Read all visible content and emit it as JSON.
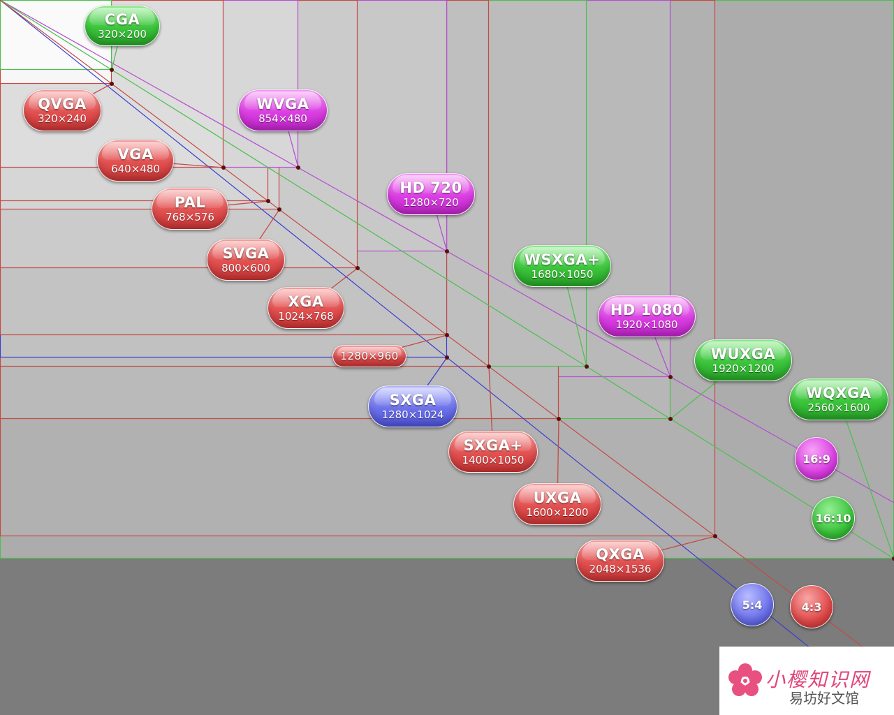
{
  "colors": {
    "red": "#d43a3a",
    "green": "#2fb52f",
    "magenta": "#c32fd0",
    "blue": "#2e34c8",
    "lineRed": "#c44a44",
    "lineGreen": "#4fbf4f",
    "lineMagenta": "#b64fd0",
    "lineBlue": "#3a3fd0"
  },
  "resolutions": [
    {
      "id": "cga",
      "name": "CGA",
      "w": 320,
      "h": 200,
      "ratio": "16:10",
      "color": "green"
    },
    {
      "id": "qvga",
      "name": "QVGA",
      "w": 320,
      "h": 240,
      "ratio": "4:3",
      "color": "red"
    },
    {
      "id": "vga",
      "name": "VGA",
      "w": 640,
      "h": 480,
      "ratio": "4:3",
      "color": "red"
    },
    {
      "id": "wvga",
      "name": "WVGA",
      "w": 854,
      "h": 480,
      "ratio": "16:9",
      "color": "magenta"
    },
    {
      "id": "pal",
      "name": "PAL",
      "w": 768,
      "h": 576,
      "ratio": "4:3",
      "color": "red"
    },
    {
      "id": "svga",
      "name": "SVGA",
      "w": 800,
      "h": 600,
      "ratio": "4:3",
      "color": "red"
    },
    {
      "id": "hd720",
      "name": "HD 720",
      "w": 1280,
      "h": 720,
      "ratio": "16:9",
      "color": "magenta"
    },
    {
      "id": "xga",
      "name": "XGA",
      "w": 1024,
      "h": 768,
      "ratio": "4:3",
      "color": "red"
    },
    {
      "id": "x960",
      "name": "",
      "w": 1280,
      "h": 960,
      "ratio": "4:3",
      "color": "red"
    },
    {
      "id": "sxga",
      "name": "SXGA",
      "w": 1280,
      "h": 1024,
      "ratio": "5:4",
      "color": "blue"
    },
    {
      "id": "wsxgap",
      "name": "WSXGA+",
      "w": 1680,
      "h": 1050,
      "ratio": "16:10",
      "color": "green"
    },
    {
      "id": "sxgap",
      "name": "SXGA+",
      "w": 1400,
      "h": 1050,
      "ratio": "4:3",
      "color": "red"
    },
    {
      "id": "hd1080",
      "name": "HD 1080",
      "w": 1920,
      "h": 1080,
      "ratio": "16:9",
      "color": "magenta"
    },
    {
      "id": "wuxga",
      "name": "WUXGA",
      "w": 1920,
      "h": 1200,
      "ratio": "16:10",
      "color": "green"
    },
    {
      "id": "uxga",
      "name": "UXGA",
      "w": 1600,
      "h": 1200,
      "ratio": "4:3",
      "color": "red"
    },
    {
      "id": "wqxga",
      "name": "WQXGA",
      "w": 2560,
      "h": 1600,
      "ratio": "16:10",
      "color": "green"
    },
    {
      "id": "qxga",
      "name": "QXGA",
      "w": 2048,
      "h": 1536,
      "ratio": "4:3",
      "color": "red"
    }
  ],
  "labels": {
    "cga": "320×200",
    "qvga": "320×240",
    "vga": "640×480",
    "wvga": "854×480",
    "pal": "768×576",
    "svga": "800×600",
    "hd720": "1280×720",
    "xga": "1024×768",
    "x960": "1280×960",
    "sxga": "1280×1024",
    "wsxgap": "1680×1050",
    "sxgap": "1400×1050",
    "hd1080": "1920×1080",
    "wuxga": "1920×1200",
    "uxga": "1600×1200",
    "wqxga": "2560×1600",
    "qxga": "2048×1536"
  },
  "aspect_ratios": [
    {
      "label": "16:9",
      "color": "magenta"
    },
    {
      "label": "16:10",
      "color": "green"
    },
    {
      "label": "5:4",
      "color": "blue"
    },
    {
      "label": "4:3",
      "color": "red"
    }
  ],
  "watermark": {
    "line1": "小樱知识网",
    "line2": "易坊好文馆"
  }
}
